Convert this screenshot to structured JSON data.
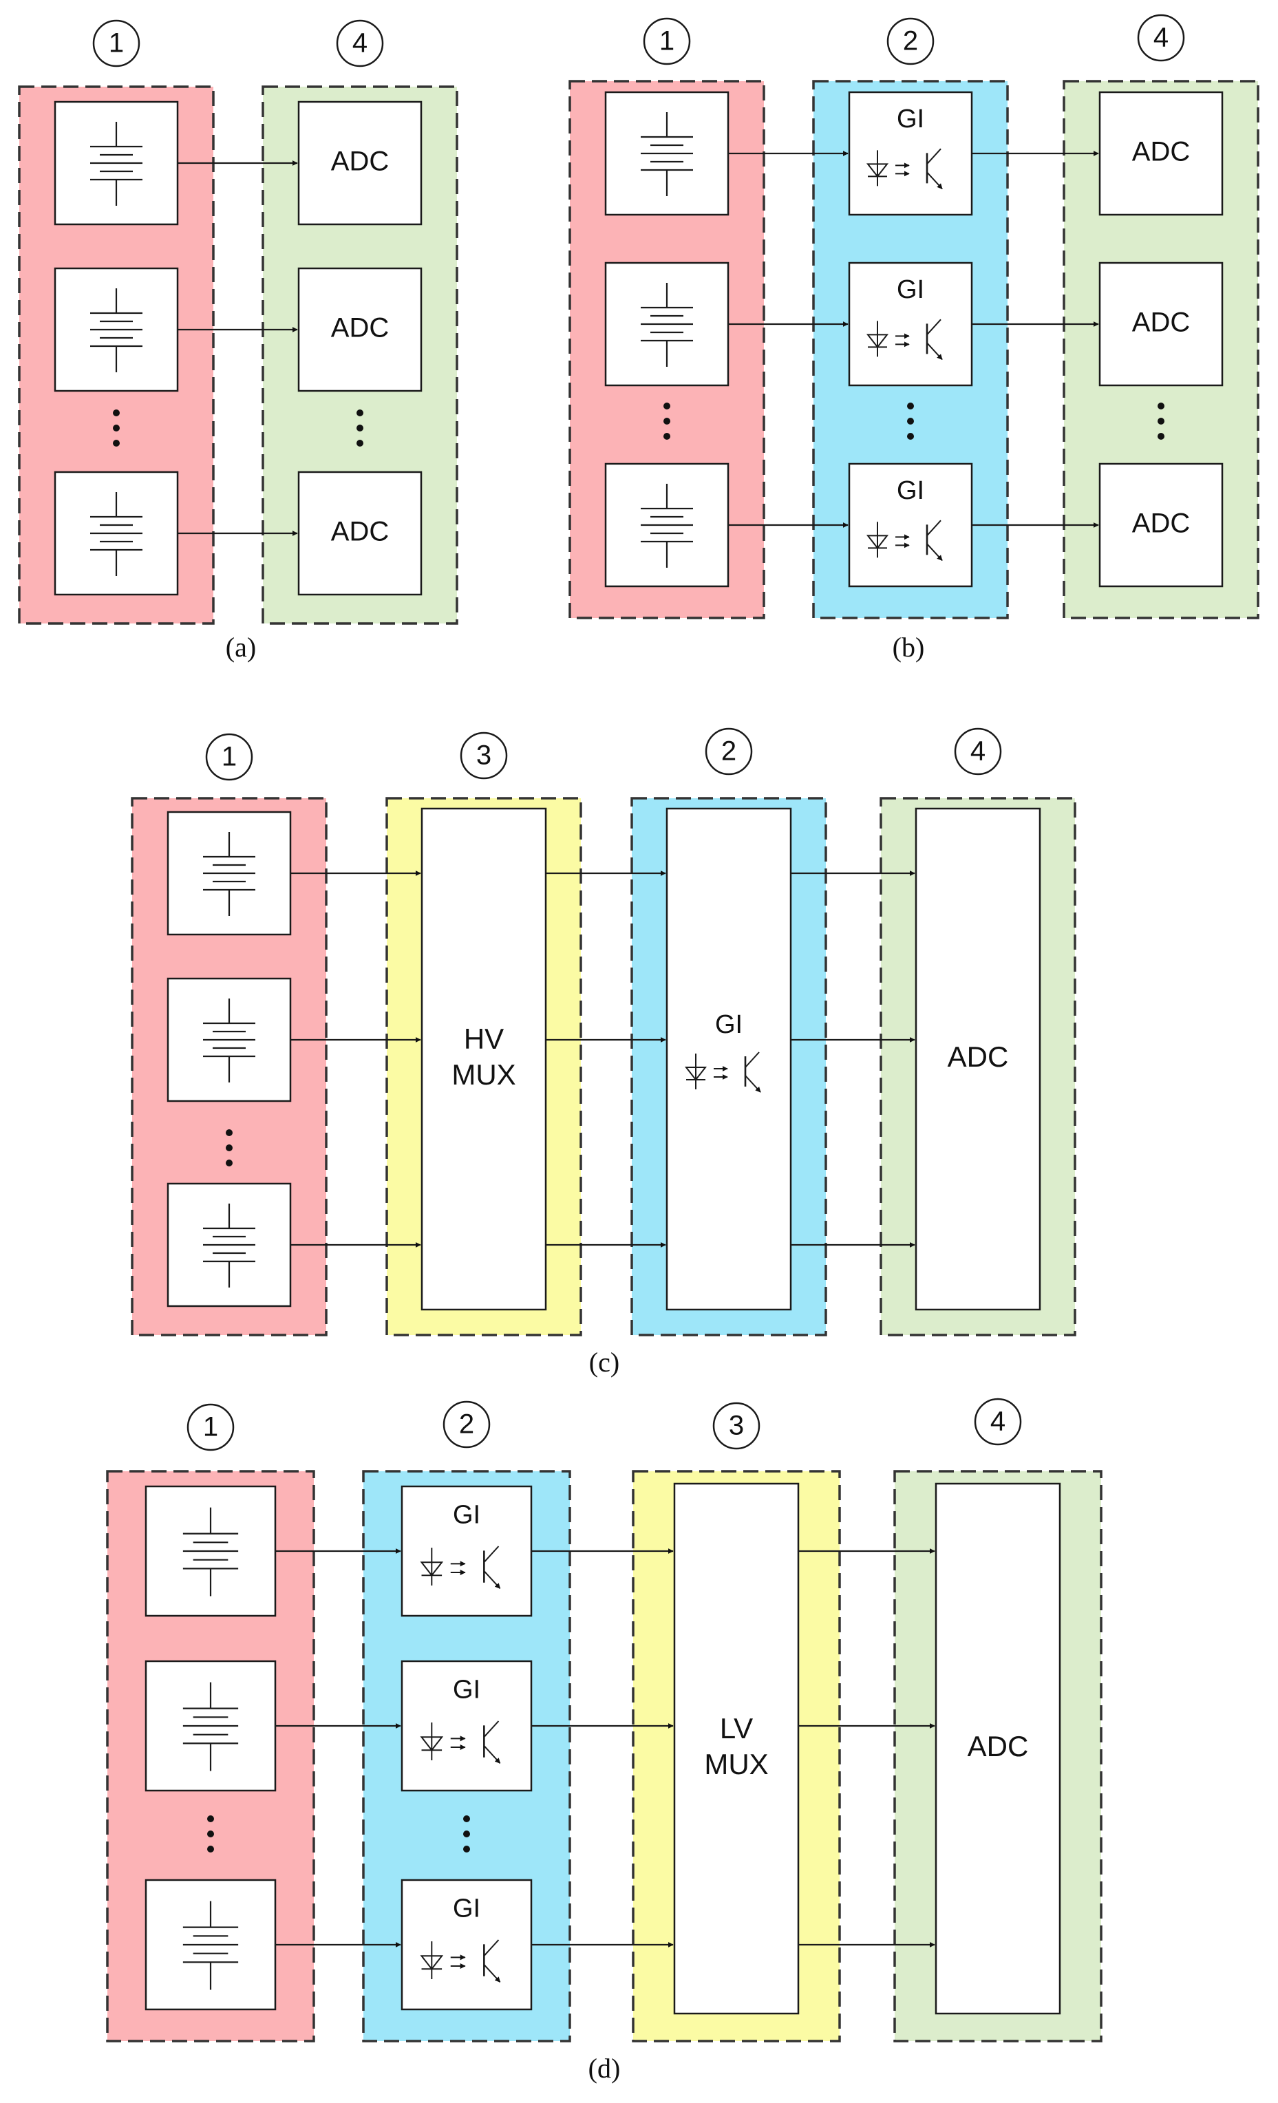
{
  "colors": {
    "cells": "#FCB3B6",
    "gi": "#9EE6F9",
    "mux": "#FBFBA4",
    "adc": "#DCEDCC",
    "box_fill": "#FFFFFF",
    "stroke": "#1A1A1A",
    "dash": "#333333"
  },
  "stage_numbers": {
    "cells": "1",
    "gi": "2",
    "mux": "3",
    "adc": "4"
  },
  "icons": {
    "cell": "battery-cell-icon",
    "gi": "optocoupler-icon"
  },
  "panels": [
    {
      "id": "a",
      "caption": "(a)",
      "blocks": [
        {
          "kind": "cells",
          "number": "1",
          "items": [
            "cell",
            "cell",
            "cell"
          ]
        },
        {
          "kind": "adc",
          "number": "4",
          "items": [
            "ADC",
            "ADC",
            "ADC"
          ]
        }
      ]
    },
    {
      "id": "b",
      "caption": "(b)",
      "blocks": [
        {
          "kind": "cells",
          "number": "1",
          "items": [
            "cell",
            "cell",
            "cell"
          ]
        },
        {
          "kind": "gi",
          "number": "2",
          "items": [
            "GI",
            "GI",
            "GI"
          ]
        },
        {
          "kind": "adc",
          "number": "4",
          "items": [
            "ADC",
            "ADC",
            "ADC"
          ]
        }
      ]
    },
    {
      "id": "c",
      "caption": "(c)",
      "blocks": [
        {
          "kind": "cells",
          "number": "1",
          "items": [
            "cell",
            "cell",
            "cell"
          ]
        },
        {
          "kind": "mux",
          "number": "3",
          "label": [
            "HV",
            "MUX"
          ]
        },
        {
          "kind": "gi",
          "number": "2",
          "label": [
            "GI"
          ]
        },
        {
          "kind": "adc",
          "number": "4",
          "label": [
            "ADC"
          ]
        }
      ]
    },
    {
      "id": "d",
      "caption": "(d)",
      "blocks": [
        {
          "kind": "cells",
          "number": "1",
          "items": [
            "cell",
            "cell",
            "cell"
          ]
        },
        {
          "kind": "gi",
          "number": "2",
          "items": [
            "GI",
            "GI",
            "GI"
          ]
        },
        {
          "kind": "mux",
          "number": "3",
          "label": [
            "LV",
            "MUX"
          ]
        },
        {
          "kind": "adc",
          "number": "4",
          "label": [
            "ADC"
          ]
        }
      ]
    }
  ]
}
